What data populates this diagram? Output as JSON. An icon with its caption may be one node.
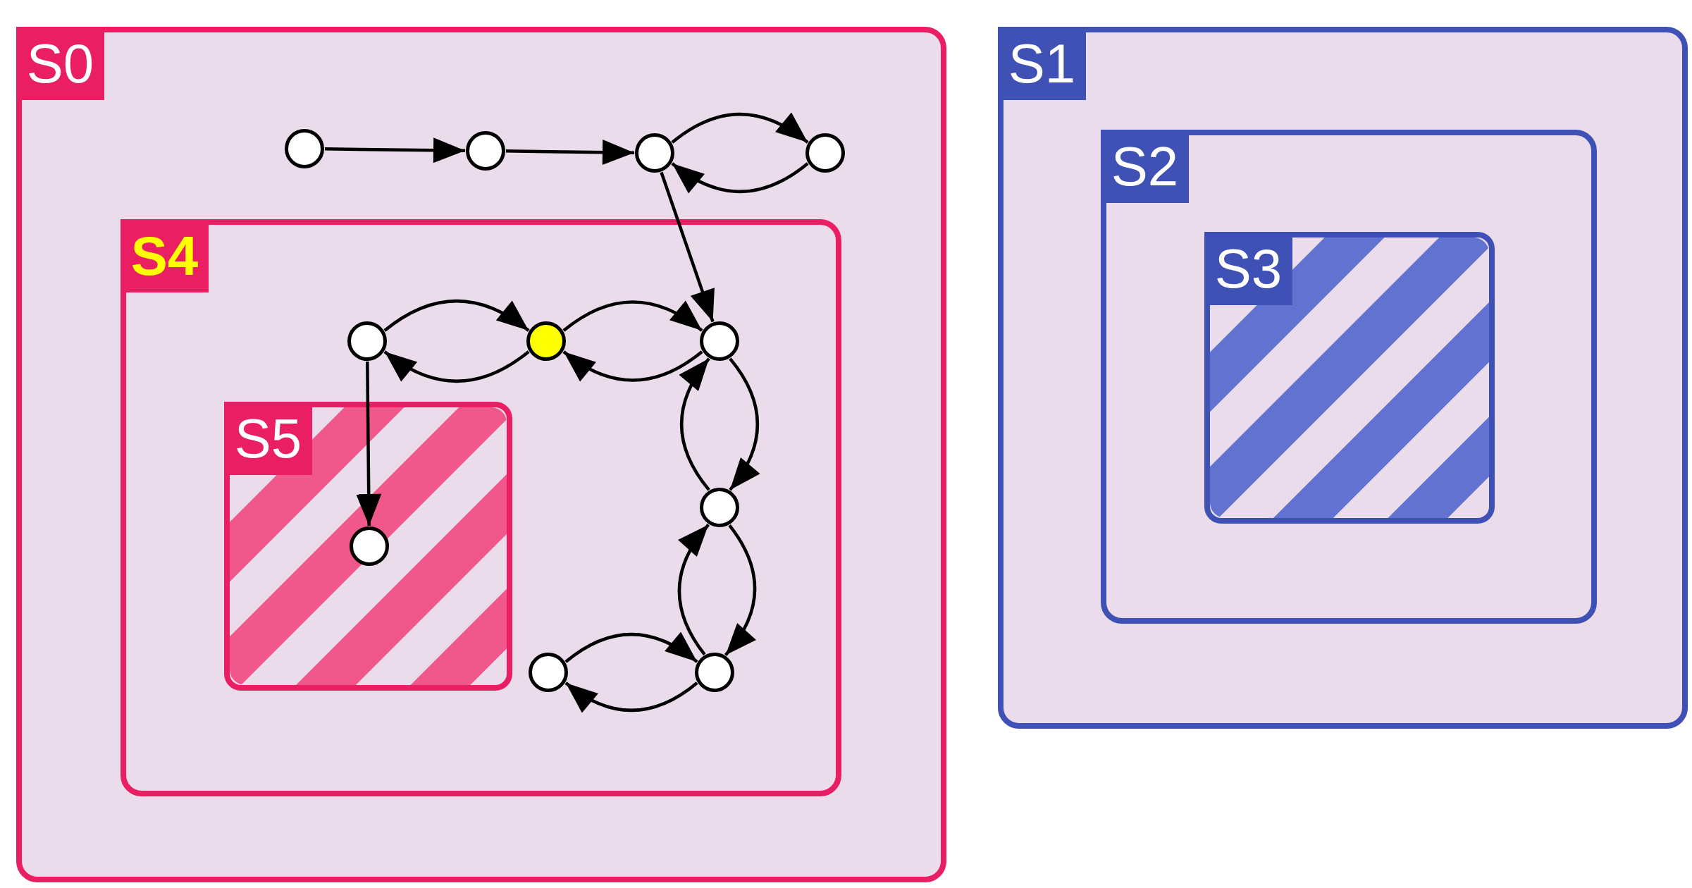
{
  "diagram": {
    "nodes": [
      {
        "text": [
          "S0"
        ]
      },
      {
        "text": [
          "S1"
        ]
      },
      {
        "text": [
          "S2"
        ],
        "in": 1
      },
      {
        "text": [
          "S3"
        ],
        "in": 2
      },
      {
        "text": [
          "S4"
        ],
        "in": 0
      },
      {
        "text": [
          "S5"
        ],
        "in": 4
      },
      {
        "text": [],
        "shape": "circle",
        "in": 0
      },
      {
        "text": [],
        "shape": "circle",
        "in": 0
      },
      {
        "text": [],
        "shape": "circle",
        "in": 0
      },
      {
        "text": [],
        "shape": "circle",
        "in": 0
      },
      {
        "text": [],
        "shape": "circle",
        "in": 4
      },
      {
        "text": [],
        "shape": "circle",
        "in": 4
      },
      {
        "text": [],
        "shape": "circle",
        "in": 4
      },
      {
        "text": [],
        "shape": "circle",
        "in": 4
      },
      {
        "text": [],
        "shape": "circle",
        "in": 4
      },
      {
        "text": [],
        "shape": "circle",
        "in": 4
      },
      {
        "text": [],
        "shape": "circle",
        "in": 5
      }
    ],
    "edges": [
      {
        "from": 6,
        "to": 7,
        "arrow": "to"
      },
      {
        "from": 7,
        "to": 8,
        "arrow": "to"
      },
      {
        "from": 8,
        "to": 9,
        "arrow": "to"
      },
      {
        "from": 9,
        "to": 8,
        "arrow": "to"
      },
      {
        "from": 8,
        "to": 12,
        "arrow": "to"
      },
      {
        "from": 10,
        "to": 11,
        "arrow": "to"
      },
      {
        "from": 11,
        "to": 10,
        "arrow": "to"
      },
      {
        "from": 11,
        "to": 12,
        "arrow": "to"
      },
      {
        "from": 12,
        "to": 11,
        "arrow": "to"
      },
      {
        "from": 12,
        "to": 13,
        "arrow": "to"
      },
      {
        "from": 13,
        "to": 12,
        "arrow": "to"
      },
      {
        "from": 13,
        "to": 15,
        "arrow": "to"
      },
      {
        "from": 15,
        "to": 13,
        "arrow": "to"
      },
      {
        "from": 14,
        "to": 15,
        "arrow": "to"
      },
      {
        "from": 15,
        "to": 14,
        "arrow": "to"
      },
      {
        "from": 10,
        "to": 16,
        "arrow": "to"
      }
    ]
  }
}
